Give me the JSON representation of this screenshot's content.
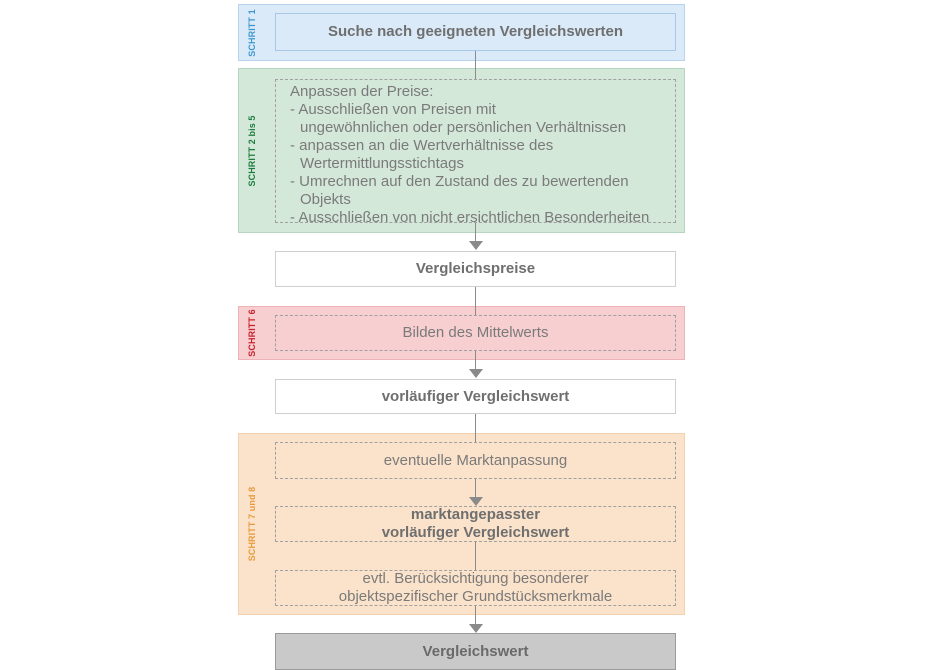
{
  "steps": {
    "step1_label": "SCHRITT 1",
    "step2_5_label": "SCHRITT 2 bis 5",
    "step6_label": "SCHRITT 6",
    "step7_8_label": "SCHRITT 7 und 8"
  },
  "boxes": {
    "search": "Suche nach geeigneten Vergleichswerten",
    "adjust_lines": [
      "Anpassen der Preise:",
      "- Ausschließen von Preisen mit",
      "ungewöhnlichen oder persönlichen Verhältnissen",
      "- anpassen an die Wertverhältnisse des",
      "Wertermittlungsstichtags",
      "- Umrechnen auf den Zustand des zu bewertenden",
      "Objekts",
      "- Ausschließen von nicht ersichtlichen Besonderheiten"
    ],
    "comparison_prices": "Vergleichspreise",
    "mean": "Bilden des Mittelwerts",
    "preliminary": "vorläufiger Vergleichswert",
    "market_adjust": "eventuelle Marktanpassung",
    "market_adjusted_line1": "marktangepasster",
    "market_adjusted_line2": "vorläufiger Vergleichswert",
    "special_line1": "evtl. Berücksichtigung besonderer",
    "special_line2": "objektspezifischer Grundstücksmerkmale",
    "final": "Vergleichswert"
  },
  "colors": {
    "step1": "#dbeaf8",
    "step2_5": "#d4e8da",
    "step6": "#f7cfd1",
    "step7_8": "#fbe3cb",
    "final": "#c9c9c9"
  }
}
